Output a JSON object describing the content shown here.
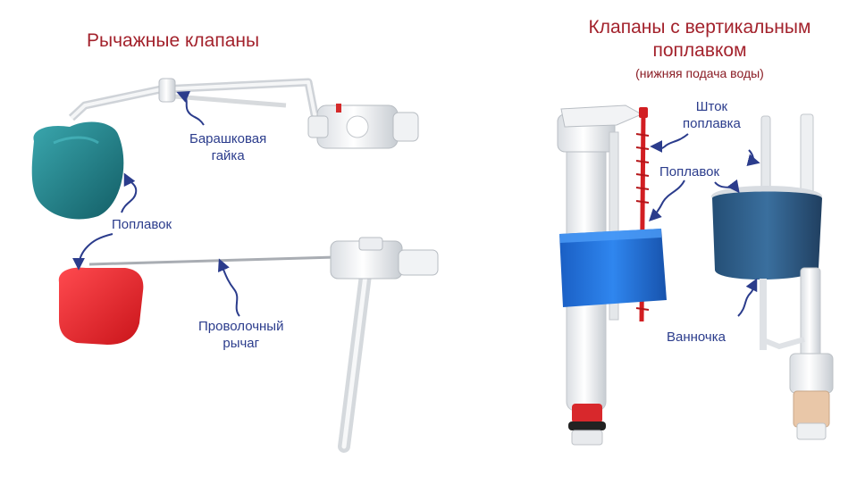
{
  "left": {
    "title": "Рычажные клапаны",
    "labels": {
      "wing_nut_line1": "Барашковая",
      "wing_nut_line2": "гайка",
      "float": "Поплавок",
      "wire_lever_line1": "Проволочный",
      "wire_lever_line2": "рычаг"
    }
  },
  "right": {
    "title_line1": "Клапаны с вертикальным",
    "title_line2": "поплавком",
    "subtitle": "(нижняя подача воды)",
    "labels": {
      "rod_line1": "Шток",
      "rod_line2": "поплавка",
      "float": "Поплавок",
      "tray": "Ванночка"
    }
  },
  "colors": {
    "title": "#a3222c",
    "label": "#2b3c8c",
    "teal_float": "#1e7f86",
    "red_float": "#e81e24",
    "blue_cup": "#1f6fd6",
    "dark_blue_cup": "#2f5f8a"
  }
}
